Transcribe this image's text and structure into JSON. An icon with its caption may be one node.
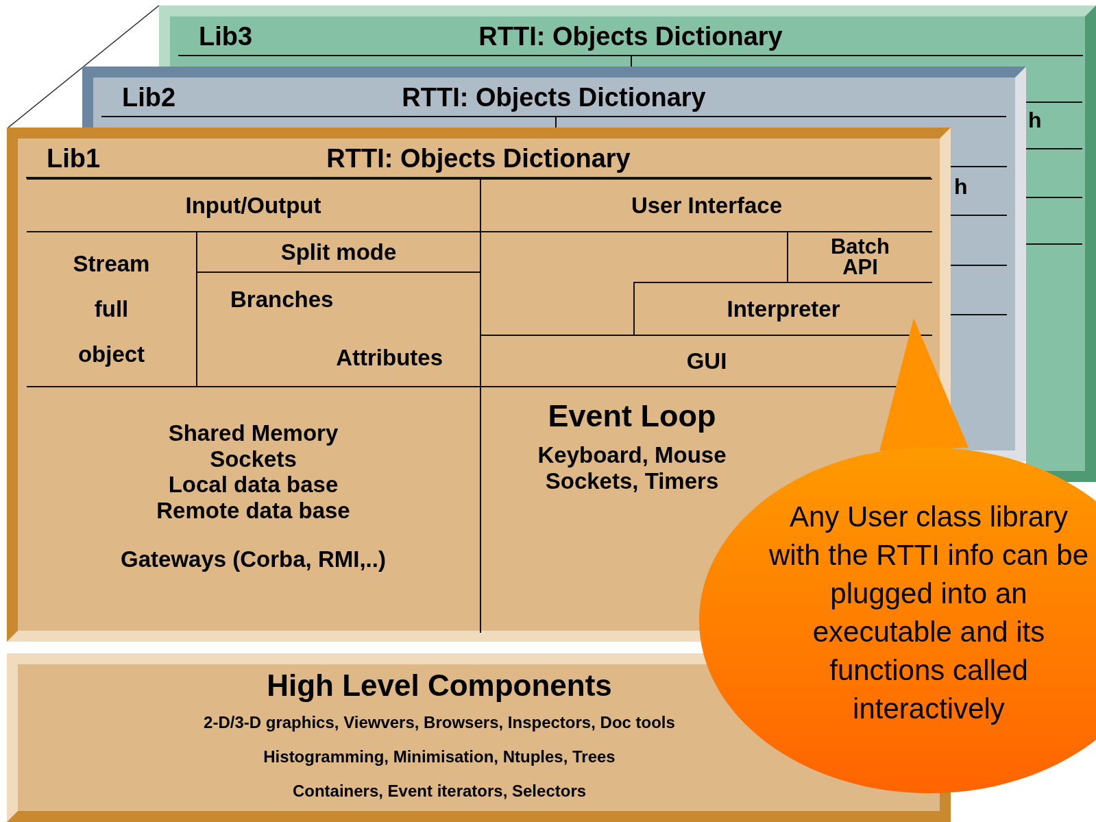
{
  "diagram": {
    "nodes": [
      {
        "text": [
          "Lib3",
          "RTTI: Objects Dictionary"
        ]
      },
      {
        "text": [
          "Lib2",
          "RTTI: Objects Dictionary"
        ]
      },
      {
        "text": [
          "Lib1",
          "RTTI: Objects Dictionary"
        ]
      },
      {
        "text": [
          "Input/Output"
        ],
        "in": 2
      },
      {
        "text": [
          "User Interface"
        ],
        "in": 2
      },
      {
        "text": [
          "Stream full object"
        ],
        "in": 2
      },
      {
        "text": [
          "Split mode"
        ],
        "in": 2
      },
      {
        "text": [
          "Branches",
          "Attributes"
        ],
        "in": 2
      },
      {
        "text": [
          "Batch API"
        ],
        "in": 2
      },
      {
        "text": [
          "Interpreter"
        ],
        "in": 2
      },
      {
        "text": [
          "GUI"
        ],
        "in": 2
      },
      {
        "text": [
          "Shared Memory",
          "Sockets",
          "Local data base",
          "Remote data base",
          "Gateways (Corba, RMI,..)"
        ],
        "in": 2
      },
      {
        "text": [
          "Event Loop",
          "Keyboard, Mouse",
          "Sockets, Timers"
        ],
        "in": 2
      },
      {
        "text": [
          "High Level Components",
          "2-D/3-D graphics, Viewvers, Browsers, Inspectors, Doc tools",
          "Histogramming, Minimisation, Ntuples, Trees",
          "Containers, Event iterators, Selectors"
        ]
      },
      {
        "text": [
          "Any User class library with the RTTI info can be plugged into an executable and its functions called interactively"
        ]
      }
    ],
    "labels": [
      "h",
      "h"
    ]
  }
}
